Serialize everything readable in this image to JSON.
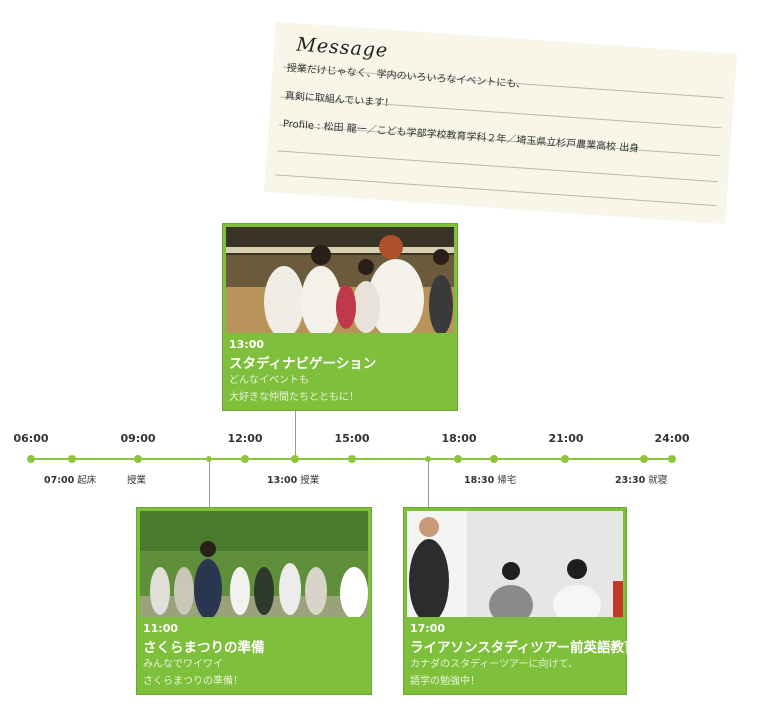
{
  "message": {
    "title": "Message",
    "line1": "授業だけじゃなく、学内のいろいろなイベントにも、",
    "line2": "真剣に取組んでいます！",
    "line3": "Profile : 松田 龍一／こども学部学校教育学科２年／埼玉県立杉戸農業高校 出身"
  },
  "timeline": {
    "hours": [
      "06:00",
      "09:00",
      "12:00",
      "15:00",
      "18:00",
      "21:00",
      "24:00"
    ],
    "events_below": [
      {
        "time": "07:00",
        "label": "起床"
      },
      {
        "time": "",
        "label": "授業"
      },
      {
        "time": "13:00",
        "label": "授業"
      },
      {
        "time": "18:30",
        "label": "帰宅"
      },
      {
        "time": "23:30",
        "label": "就寝"
      }
    ]
  },
  "cards": {
    "studynavi": {
      "time": "13:00",
      "title": "スタディナビゲーション",
      "sub1": "どんなイベントも",
      "sub2": "大好きな仲間たちとともに！"
    },
    "sakura": {
      "time": "11:00",
      "title": "さくらまつりの準備",
      "sub1": "みんなでワイワイ",
      "sub2": "さくらまつりの準備！"
    },
    "lion": {
      "time": "17:00",
      "title": "ライアソンスタディツアー前英語教育",
      "sub1": "カナダのスタディーツアーに向けて、",
      "sub2": "語学の勉強中！"
    }
  },
  "colors": {
    "accent": "#7ebf3b",
    "card_bg": "#f7f6e8"
  }
}
